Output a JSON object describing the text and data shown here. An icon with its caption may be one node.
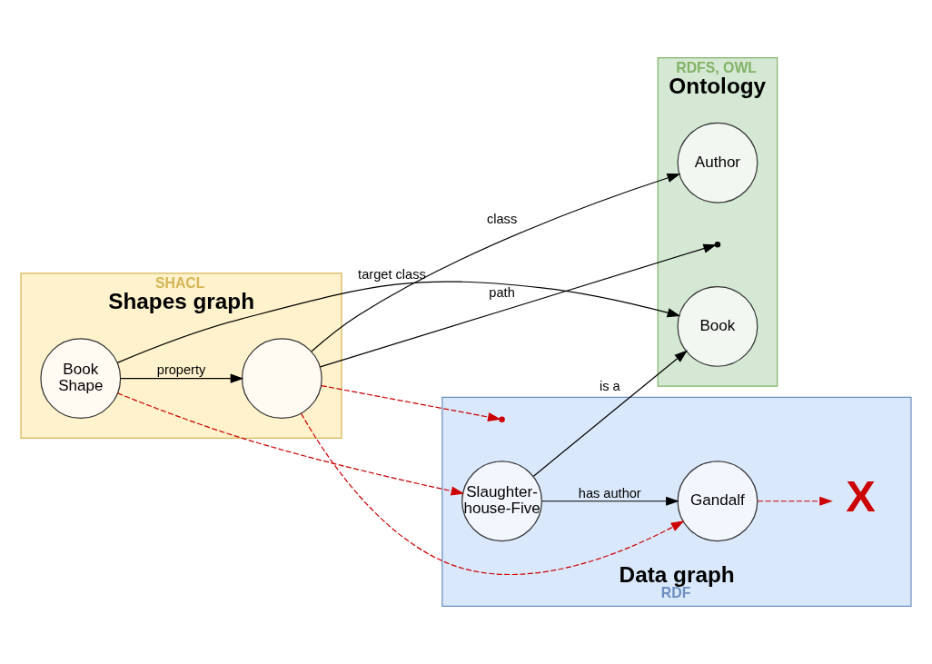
{
  "diagram": {
    "nodes": [
      {
        "text": [
          "SHACL",
          "Shapes graph"
        ]
      },
      {
        "text": [
          "Book Shape"
        ],
        "in": 0
      },
      {
        "text": [],
        "shape": "circle",
        "in": 0
      },
      {
        "text": [
          "RDFS, OWL",
          "Ontology"
        ]
      },
      {
        "text": [
          "Book"
        ],
        "in": 3
      },
      {
        "text": [
          "Author"
        ],
        "in": 3
      },
      {
        "text": [
          "Data graph",
          "RDF"
        ]
      },
      {
        "text": [
          "Slaughter- house-Five"
        ],
        "in": 6
      },
      {
        "text": [
          "Gandalf"
        ],
        "in": 6
      },
      {
        "text": [
          "X"
        ],
        "in": 6
      }
    ],
    "edges": [
      {
        "from": 1,
        "to": 4,
        "arrow": "to",
        "label": "target class"
      },
      {
        "from": 1,
        "to": 2,
        "arrow": "to",
        "label": "property"
      },
      {
        "from": 2,
        "to": null,
        "arrow": "to",
        "label": "path"
      },
      {
        "from": 2,
        "to": 5,
        "arrow": "to",
        "label": "class"
      },
      {
        "from": 7,
        "to": 4,
        "arrow": "to",
        "label": "is a"
      },
      {
        "from": 7,
        "to": 8,
        "arrow": "to",
        "label": "has author"
      },
      {
        "from": 1,
        "to": 7,
        "arrow": "to",
        "style": "dashed",
        "color": "#cc0000"
      },
      {
        "from": 2,
        "to": null,
        "arrow": "to",
        "style": "dashed",
        "color": "#cc0000"
      },
      {
        "from": 2,
        "to": 8,
        "arrow": "to",
        "style": "dashed",
        "color": "#cc0000"
      },
      {
        "from": 8,
        "to": 9,
        "arrow": "to",
        "style": "dashed",
        "color": "#cc0000"
      }
    ]
  }
}
